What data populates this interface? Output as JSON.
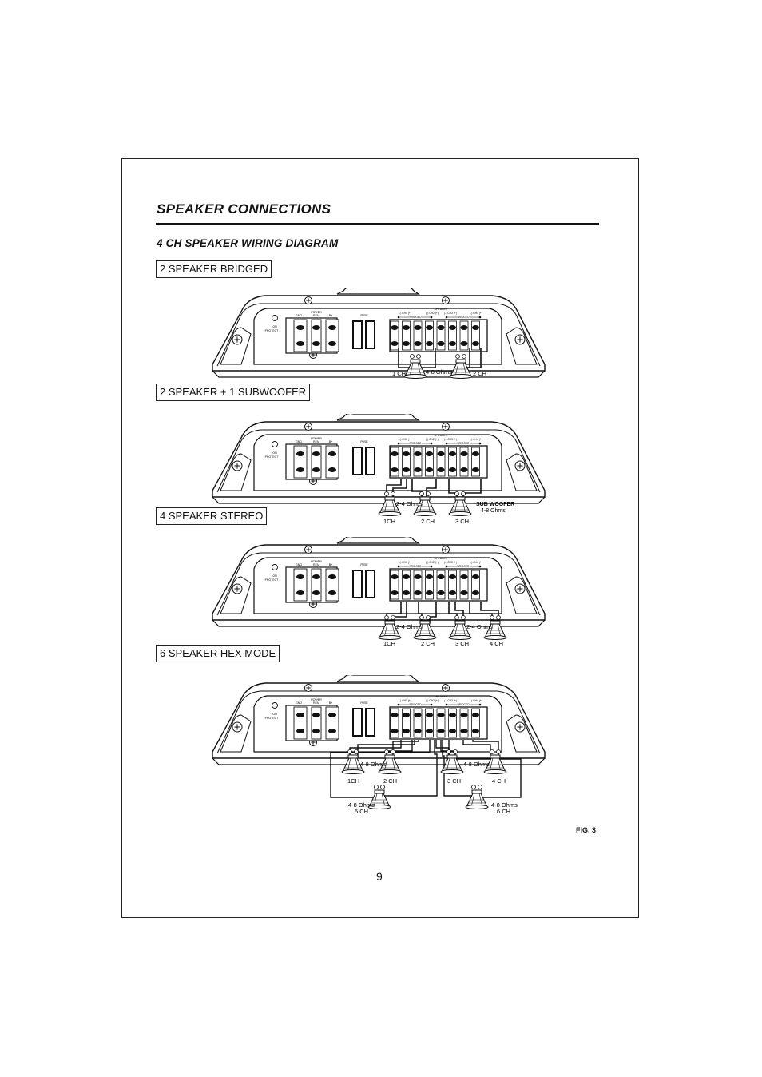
{
  "page": {
    "title": "SPEAKER CONNECTIONS",
    "subtitle": "4 CH SPEAKER WIRING DIAGRAM",
    "figure_label": "FIG. 3",
    "page_number": "9"
  },
  "amp_labels": {
    "on_protect": [
      "ON",
      "PROTECT"
    ],
    "gnd": "GND",
    "power": "POWER",
    "rem": "REM",
    "b_plus": "B+",
    "fuse": "FUSE",
    "speaker": "SPEAKER",
    "channels": [
      "(-) CH1 (+)",
      "(-) CH2 (+)",
      "(-) CH3 (+)",
      "(-) CH4 (+)"
    ],
    "bridged": "BRIDGED"
  },
  "sections": [
    {
      "heading": "2 SPEAKER BRIDGED",
      "labels": {
        "left": "1 CH",
        "middle": "4-8 Ohms",
        "right": "2 CH"
      }
    },
    {
      "heading": "2 SPEAKER + 1 SUBWOOFER",
      "labels": {
        "ohms": "2-4 Ohms",
        "ch1": "1CH",
        "ch2": "2 CH",
        "ch3": "3 CH",
        "sub": "SUB WOOFER",
        "sub_ohms": "4-8 Ohms"
      }
    },
    {
      "heading": "4 SPEAKER STEREO",
      "labels": {
        "ohms_a": "2-4 Ohms",
        "ohms_b": "2-4 Ohms",
        "ch1": "1CH",
        "ch2": "2 CH",
        "ch3": "3 CH",
        "ch4": "4 CH"
      }
    },
    {
      "heading": "6 SPEAKER HEX MODE",
      "labels": {
        "ohms_a": "4-8 Ohms",
        "ohms_b": "4-8 Ohms",
        "ch1": "1CH",
        "ch2": "2 CH",
        "ch3": "3 CH",
        "ch4": "4 CH",
        "ohms_5": "4-8 Ohms",
        "ch5": "5 CH",
        "ohms_6": "4-8 Ohms",
        "ch6": "6 CH"
      }
    }
  ]
}
